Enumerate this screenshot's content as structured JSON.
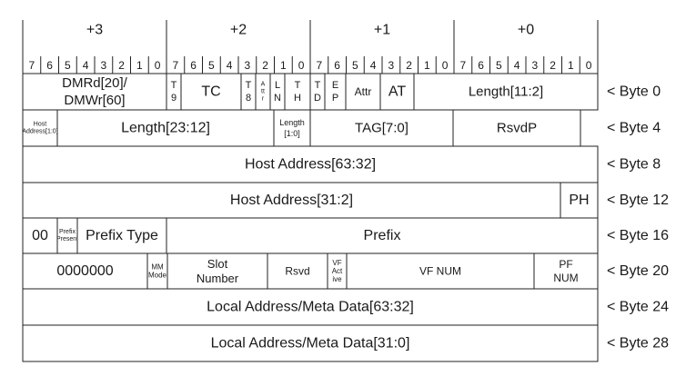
{
  "header": {
    "bytes": [
      "+3",
      "+2",
      "+1",
      "+0"
    ],
    "bits": [
      "7",
      "6",
      "5",
      "4",
      "3",
      "2",
      "1",
      "0"
    ]
  },
  "rows": [
    {
      "label": "< Byte 0",
      "fields": [
        {
          "lines": [
            "DMRd[20]/",
            "DMWr[60]"
          ]
        },
        {
          "lines": [
            "T",
            "9"
          ]
        },
        {
          "lines": [
            "TC"
          ]
        },
        {
          "lines": [
            "T",
            "8"
          ]
        },
        {
          "lines": [
            "A",
            "tt",
            "r"
          ]
        },
        {
          "lines": [
            "L",
            "N"
          ]
        },
        {
          "lines": [
            "T",
            "H"
          ]
        },
        {
          "lines": [
            "T",
            "D"
          ]
        },
        {
          "lines": [
            "E",
            "P"
          ]
        },
        {
          "lines": [
            "Attr"
          ]
        },
        {
          "lines": [
            "AT"
          ]
        },
        {
          "lines": [
            "Length[11:2]"
          ]
        }
      ]
    },
    {
      "label": "< Byte 4",
      "fields": [
        {
          "lines": [
            "Host",
            "Address[1:0]"
          ]
        },
        {
          "lines": [
            "Length[23:12]"
          ]
        },
        {
          "lines": [
            "Length",
            "[1:0]"
          ]
        },
        {
          "lines": [
            "TAG[7:0]"
          ]
        },
        {
          "lines": [
            "RsvdP"
          ]
        }
      ]
    },
    {
      "label": "< Byte 8",
      "fields": [
        {
          "lines": [
            "Host Address[63:32]"
          ]
        }
      ]
    },
    {
      "label": "< Byte 12",
      "fields": [
        {
          "lines": [
            "Host Address[31:2]"
          ]
        },
        {
          "lines": [
            "PH"
          ]
        }
      ]
    },
    {
      "label": "< Byte 16",
      "fields": [
        {
          "lines": [
            "00"
          ]
        },
        {
          "lines": [
            "Prefix",
            "Present"
          ]
        },
        {
          "lines": [
            "Prefix Type"
          ]
        },
        {
          "lines": [
            "Prefix"
          ]
        }
      ]
    },
    {
      "label": "< Byte 20",
      "fields": [
        {
          "lines": [
            "0000000"
          ]
        },
        {
          "lines": [
            "MM",
            "Mode"
          ]
        },
        {
          "lines": [
            "Slot",
            "Number"
          ]
        },
        {
          "lines": [
            "Rsvd"
          ]
        },
        {
          "lines": [
            "VF",
            "Act",
            "ive"
          ]
        },
        {
          "lines": [
            "VF NUM"
          ]
        },
        {
          "lines": [
            "PF",
            "NUM"
          ]
        }
      ]
    },
    {
      "label": "< Byte 24",
      "fields": [
        {
          "lines": [
            "Local Address/Meta Data[63:32]"
          ]
        }
      ]
    },
    {
      "label": "< Byte 28",
      "fields": [
        {
          "lines": [
            "Local Address/Meta Data[31:0]"
          ]
        }
      ]
    }
  ]
}
